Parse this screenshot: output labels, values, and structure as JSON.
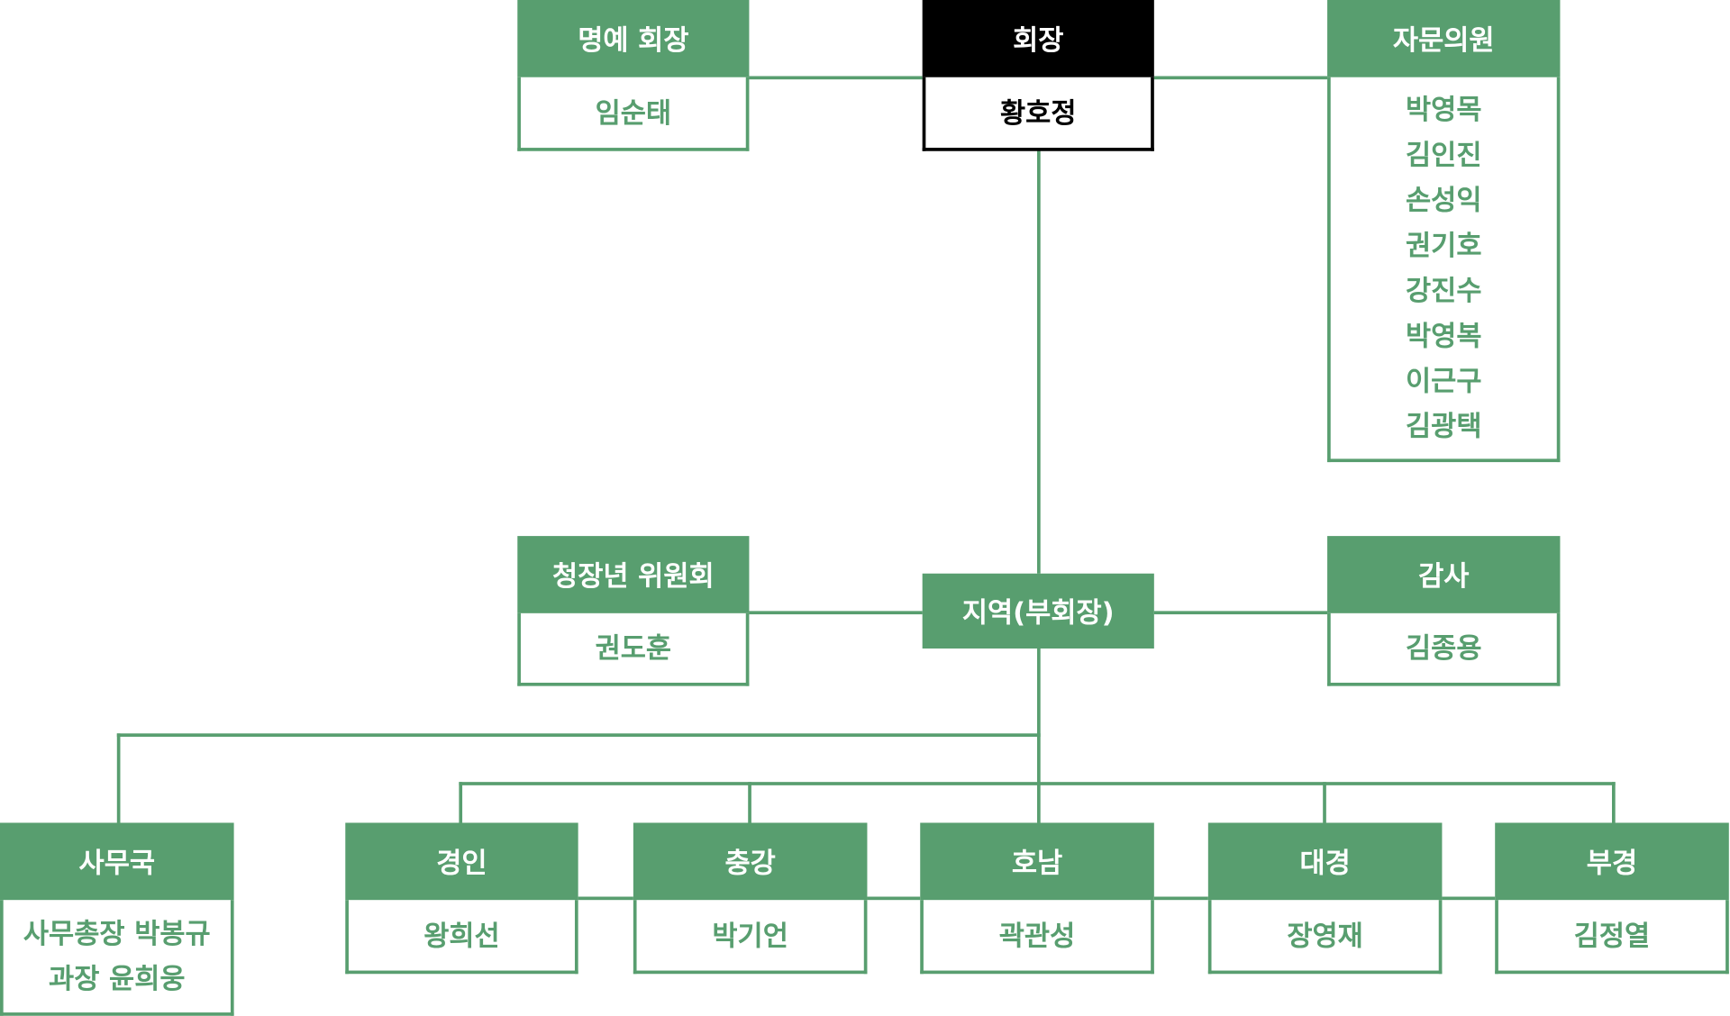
{
  "honorary_chair": {
    "title": "명예 회장",
    "names": [
      "임순태"
    ]
  },
  "chair": {
    "title": "회장",
    "names": [
      "황호정"
    ]
  },
  "advisors": {
    "title": "자문의원",
    "names": [
      "박영목",
      "김인진",
      "손성익",
      "권기호",
      "강진수",
      "박영복",
      "이근구",
      "김광택"
    ]
  },
  "youth_committee": {
    "title": "청장년 위원회",
    "names": [
      "권도훈"
    ]
  },
  "regional_vice_chair": {
    "title": "지역(부회장)"
  },
  "auditor": {
    "title": "감사",
    "names": [
      "김종용"
    ]
  },
  "secretariat": {
    "title": "사무국",
    "names": [
      "사무총장 박봉규",
      "과장 윤희웅"
    ]
  },
  "regions": [
    {
      "title": "경인",
      "names": [
        "왕희선"
      ]
    },
    {
      "title": "충강",
      "names": [
        "박기언"
      ]
    },
    {
      "title": "호남",
      "names": [
        "곽관성"
      ]
    },
    {
      "title": "대경",
      "names": [
        "장영재"
      ]
    },
    {
      "title": "부경",
      "names": [
        "김정열"
      ]
    }
  ],
  "colors": {
    "accent": "#589e6f",
    "chair": "#000000"
  }
}
